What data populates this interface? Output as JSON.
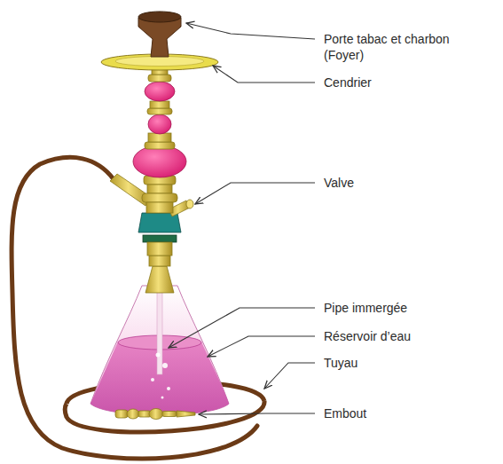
{
  "diagram": {
    "labels": [
      "Porte tabac et charbon (Foyer)",
      "Cendrier",
      "Valve",
      "Pipe immergée",
      "Réservoir d’eau",
      "Tuyau",
      "Embout"
    ]
  }
}
